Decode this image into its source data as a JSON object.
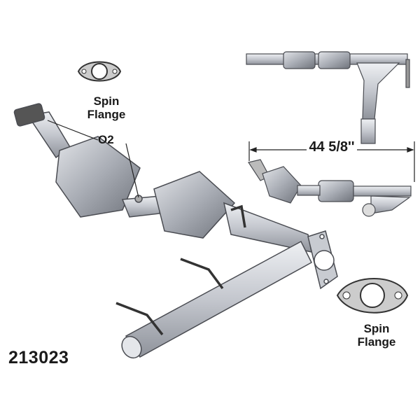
{
  "labels": {
    "spin_flange_top": [
      "Spin",
      "Flange"
    ],
    "o2": "O2",
    "dimension": "44 5/8''",
    "spin_flange_bottom": [
      "Spin",
      "Flange"
    ],
    "part_number": "213023"
  },
  "colors": {
    "metal": "#c9ccd2",
    "metal_dark": "#8d9099",
    "outline": "#4a4c52",
    "text": "#1a1a1a"
  }
}
